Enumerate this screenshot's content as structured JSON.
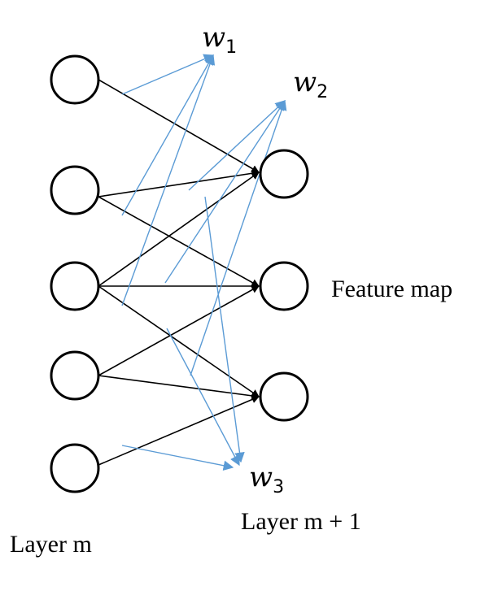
{
  "labels": {
    "layer_m": "Layer m",
    "layer_m1": "Layer m + 1",
    "feature_map": "Feature map"
  },
  "weights": [
    {
      "base": "w",
      "sub": "1"
    },
    {
      "base": "w",
      "sub": "2"
    },
    {
      "base": "w",
      "sub": "3"
    }
  ],
  "colors": {
    "node_stroke": "#000000",
    "connection": "#000000",
    "weight_pointer": "#5b9bd5"
  }
}
